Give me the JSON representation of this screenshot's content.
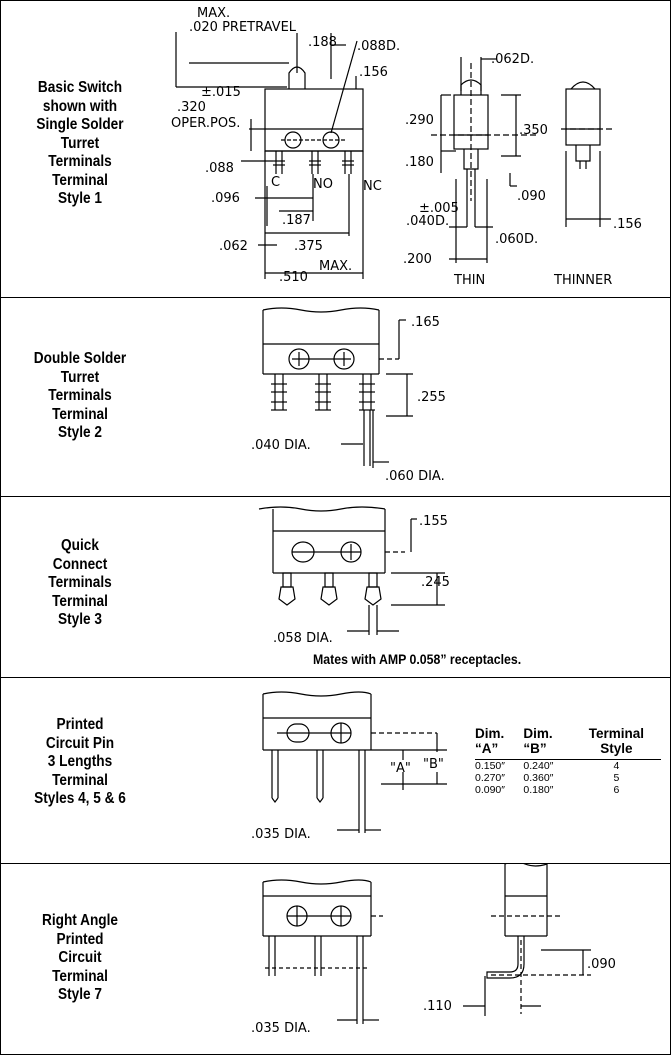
{
  "sections": [
    {
      "label": [
        "Basic Switch",
        "shown with",
        "Single Solder",
        "Turret",
        "Terminals",
        "Terminal",
        "Style 1"
      ],
      "dims": {
        "max_top": "MAX.",
        "pretravel": ".020 PRETRAVEL",
        "d188": ".188",
        "d088d": ".088D.",
        "d156": ".156",
        "tol015": "±.015",
        "d320": ".320",
        "oper_pos": "OPER.POS.",
        "d088": ".088",
        "term_c": "C",
        "term_no": "NO",
        "term_nc": "NC",
        "d096": ".096",
        "d187": ".187",
        "d062": ".062",
        "d375": ".375",
        "d510": ".510",
        "max_bottom": "MAX.",
        "d062d": ".062D.",
        "d290": ".290",
        "d350": ".350",
        "d180": ".180",
        "d090": ".090",
        "tol005": "±.005",
        "d040d": ".040D.",
        "d060d": ".060D.",
        "d200": ".200",
        "thin": "THIN",
        "thinner": "THINNER",
        "d156b": ".156"
      }
    },
    {
      "label": [
        "Double Solder",
        "Turret",
        "Terminals",
        "Terminal",
        "Style 2"
      ],
      "dims": {
        "d165": ".165",
        "d255": ".255",
        "dia040": ".040 DIA.",
        "dia060": ".060 DIA."
      }
    },
    {
      "label": [
        "Quick",
        "Connect",
        "Terminals",
        "Terminal",
        "Style 3"
      ],
      "dims": {
        "d155": ".155",
        "d245": ".245",
        "dia058": ".058 DIA."
      },
      "note": "Mates with AMP 0.058” receptacles."
    },
    {
      "label": [
        "Printed",
        "Circuit Pin",
        "3 Lengths",
        "Terminal",
        "Styles 4, 5 & 6"
      ],
      "dims": {
        "dim_a": "\"A\"",
        "dim_b": "\"B\"",
        "dia035": ".035 DIA."
      },
      "table": {
        "headers": [
          [
            "Dim.",
            "“A”"
          ],
          [
            "Dim.",
            "“B”"
          ],
          [
            "Terminal",
            "Style"
          ]
        ],
        "rows": [
          [
            "0.150″",
            "0.240″",
            "4"
          ],
          [
            "0.270″",
            "0.360″",
            "5"
          ],
          [
            "0.090″",
            "0.180″",
            "6"
          ]
        ]
      }
    },
    {
      "label": [
        "Right Angle",
        "Printed",
        "Circuit",
        "Terminal",
        "Style 7"
      ],
      "dims": {
        "d090": ".090",
        "d110": ".110",
        "dia035": ".035 DIA."
      }
    }
  ]
}
